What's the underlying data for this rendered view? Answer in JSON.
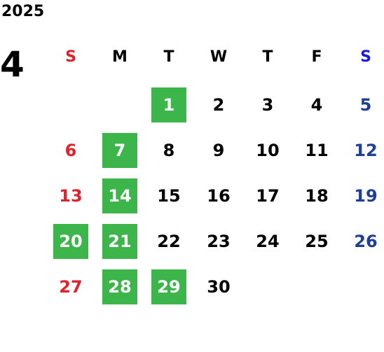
{
  "calendar": {
    "year": "2025",
    "month": "4",
    "weekdays": [
      "S",
      "M",
      "T",
      "W",
      "T",
      "F",
      "S"
    ],
    "colors": {
      "sunday": "#e0222a",
      "saturday_header": "#1a1adb",
      "saturday": "#1f3f96",
      "weekday": "#000000",
      "highlight_bg": "#3cb54a",
      "highlight_text": "#ffffff"
    },
    "weeks": [
      [
        null,
        null,
        {
          "d": "1",
          "hl": true
        },
        {
          "d": "2"
        },
        {
          "d": "3"
        },
        {
          "d": "4"
        },
        {
          "d": "5"
        }
      ],
      [
        {
          "d": "6"
        },
        {
          "d": "7",
          "hl": true
        },
        {
          "d": "8"
        },
        {
          "d": "9"
        },
        {
          "d": "10"
        },
        {
          "d": "11"
        },
        {
          "d": "12"
        }
      ],
      [
        {
          "d": "13"
        },
        {
          "d": "14",
          "hl": true
        },
        {
          "d": "15"
        },
        {
          "d": "16"
        },
        {
          "d": "17"
        },
        {
          "d": "18"
        },
        {
          "d": "19"
        }
      ],
      [
        {
          "d": "20",
          "hl": true
        },
        {
          "d": "21",
          "hl": true
        },
        {
          "d": "22"
        },
        {
          "d": "23"
        },
        {
          "d": "24"
        },
        {
          "d": "25"
        },
        {
          "d": "26"
        }
      ],
      [
        {
          "d": "27"
        },
        {
          "d": "28",
          "hl": true
        },
        {
          "d": "29",
          "hl": true
        },
        {
          "d": "30"
        },
        null,
        null,
        null
      ]
    ]
  }
}
